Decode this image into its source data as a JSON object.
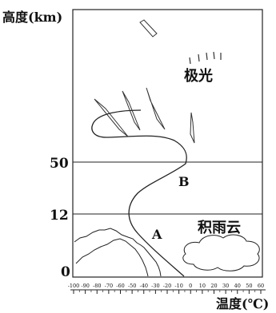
{
  "y_axis_title": "高度(km)",
  "x_axis_title": "温度(℃)",
  "y_ticks": [
    {
      "label": "50",
      "value": 50
    },
    {
      "label": "12",
      "value": 12
    },
    {
      "label": "0",
      "value": 0
    }
  ],
  "x_ticks": [
    {
      "label": "-100",
      "value": -100
    },
    {
      "label": "-90",
      "value": -90
    },
    {
      "label": "-80",
      "value": -80
    },
    {
      "label": "-70",
      "value": -70
    },
    {
      "label": "-60",
      "value": -60
    },
    {
      "label": "-50",
      "value": -50
    },
    {
      "label": "-40",
      "value": -40
    },
    {
      "label": "-30",
      "value": -30
    },
    {
      "label": "-20",
      "value": -20
    },
    {
      "label": "-10",
      "value": -10
    },
    {
      "label": "0",
      "value": 0
    },
    {
      "label": "10",
      "value": 10
    },
    {
      "label": "20",
      "value": 20
    },
    {
      "label": "30",
      "value": 30
    },
    {
      "label": "40",
      "value": 40
    },
    {
      "label": "50",
      "value": 50
    },
    {
      "label": "60",
      "value": 60
    }
  ],
  "labels": {
    "layer_a": "A",
    "layer_b": "B",
    "aurora": "极光",
    "cumulonimbus": "积雨云"
  }
}
